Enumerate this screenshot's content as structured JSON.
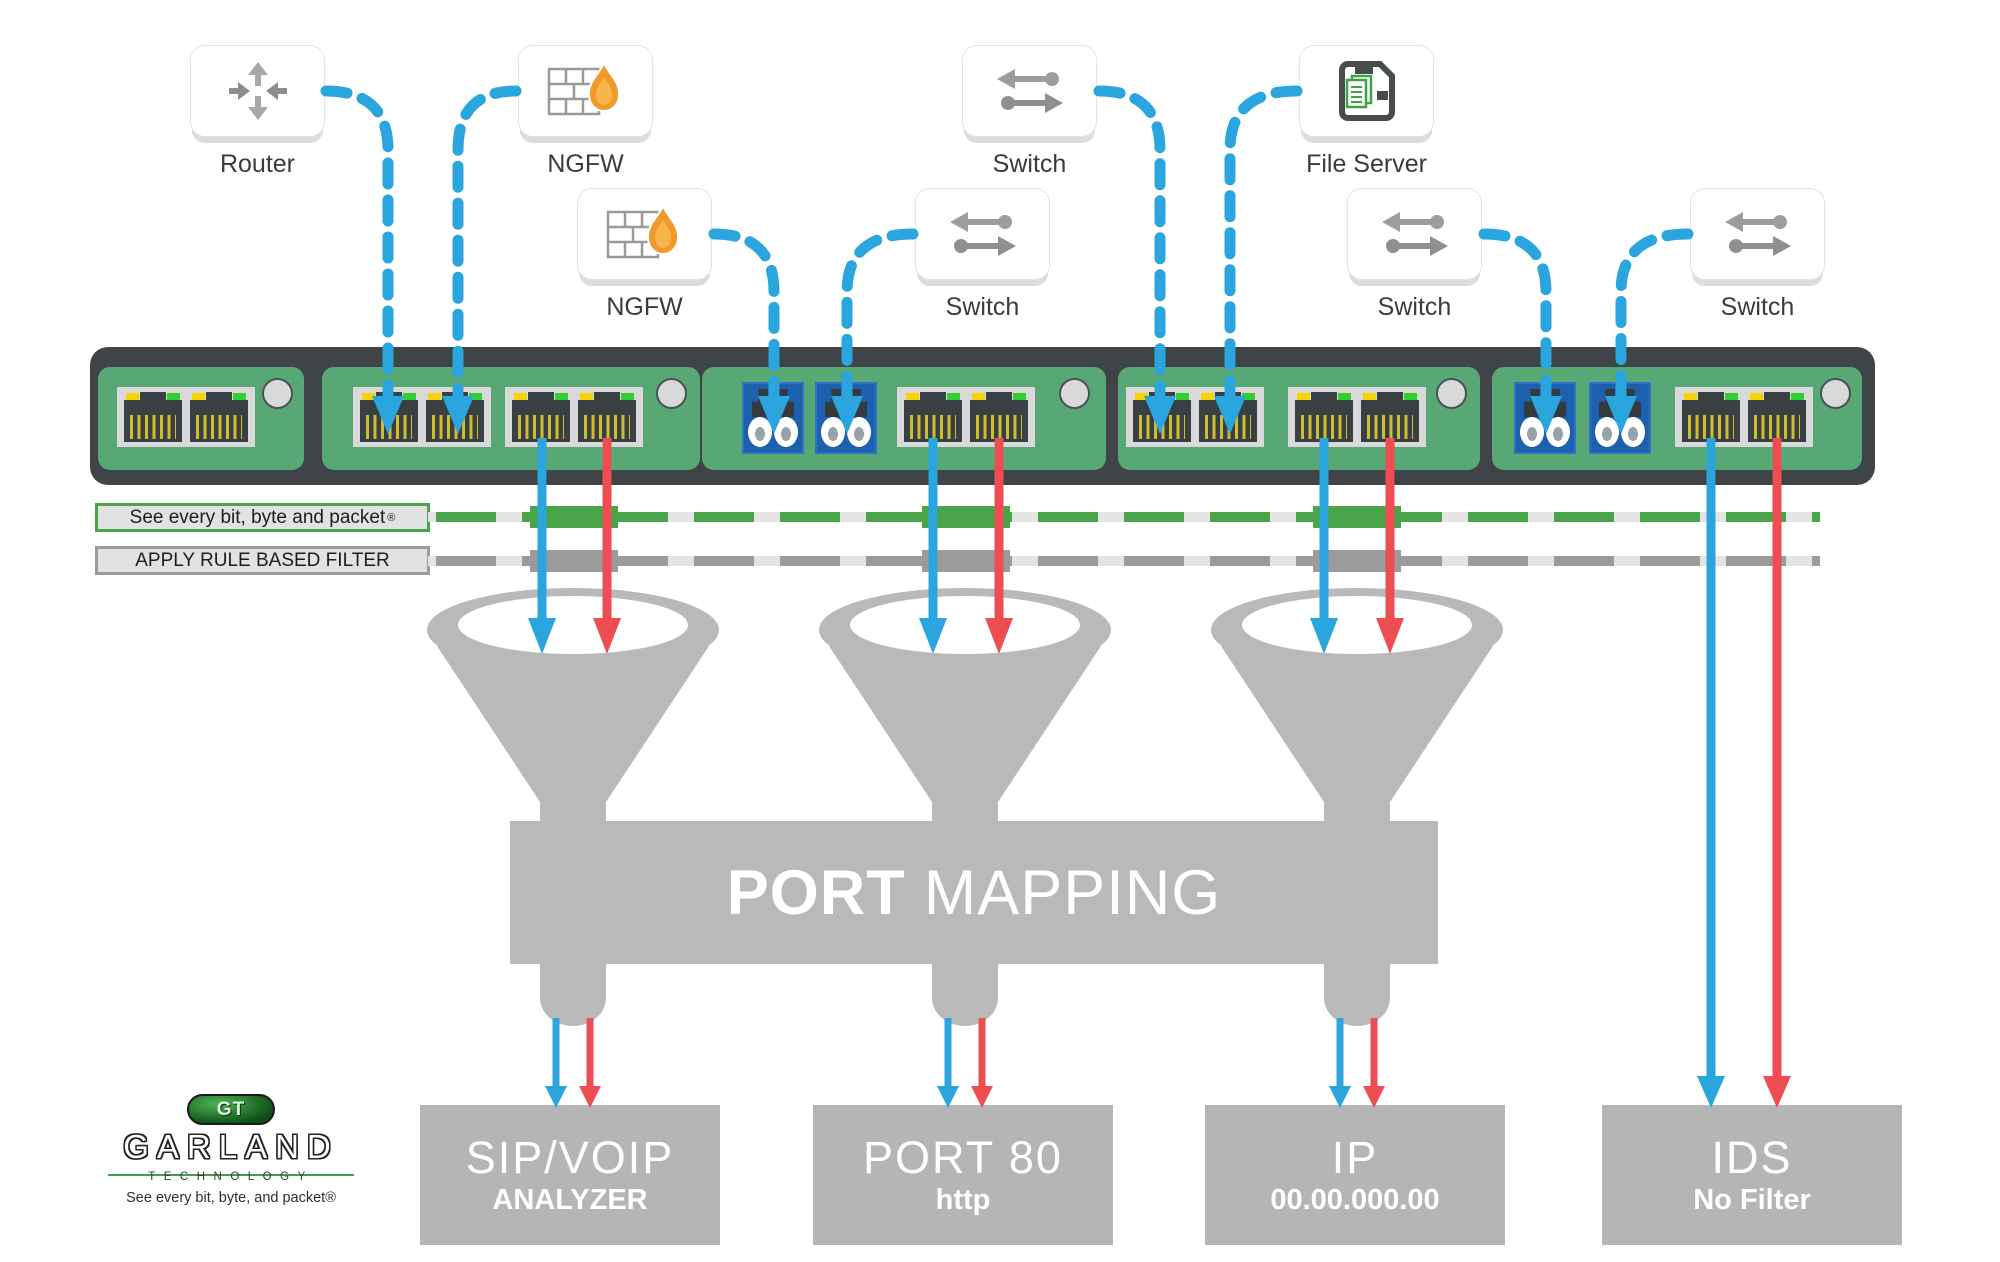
{
  "devices": [
    {
      "label": "Router",
      "icon": "router-icon"
    },
    {
      "label": "NGFW",
      "icon": "firewall-icon"
    },
    {
      "label": "Switch",
      "icon": "switch-icon"
    },
    {
      "label": "File Server",
      "icon": "file-server-icon"
    },
    {
      "label": "NGFW",
      "icon": "firewall-icon"
    },
    {
      "label": "Switch",
      "icon": "switch-icon"
    },
    {
      "label": "Switch",
      "icon": "switch-icon"
    },
    {
      "label": "Switch",
      "icon": "switch-icon"
    }
  ],
  "banners": {
    "tagline": "See every bit, byte and packet",
    "tagline_reg": "®",
    "filter": "APPLY RULE BASED FILTER"
  },
  "port_mapping": {
    "bold": "PORT",
    "light": "MAPPING"
  },
  "outputs": [
    {
      "title": "SIP/VOIP",
      "subtitle": "ANALYZER"
    },
    {
      "title": "PORT 80",
      "subtitle": "http"
    },
    {
      "title": "IP",
      "subtitle": "00.00.000.00"
    },
    {
      "title": "IDS",
      "subtitle": "No Filter"
    }
  ],
  "logo": {
    "monogram": "GT",
    "name": "GARLAND",
    "division": "TECHNOLOGY",
    "tagline": "See every bit, byte, and packet®"
  },
  "colors": {
    "traffic_blue": "#2aa5de",
    "traffic_red": "#ee4d52",
    "module_green": "#58a876",
    "chassis_dark": "#3e4448",
    "funnel_gray": "#b9b9b9",
    "dash_green": "#4aa54a",
    "dash_gray": "#9b9b9b",
    "fiber_blue": "#1e60b0",
    "logo_green": "#3fa344",
    "output_gray": "#b5b5b5"
  }
}
